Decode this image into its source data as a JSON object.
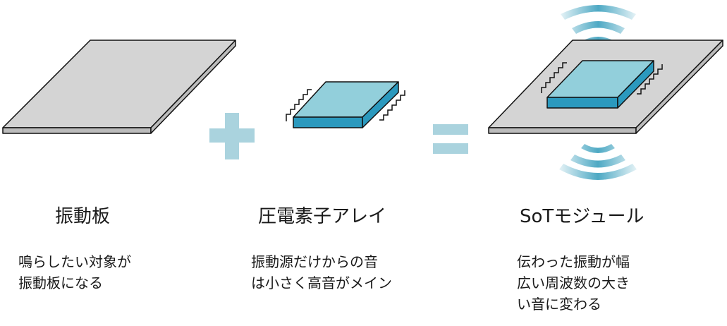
{
  "columns": [
    {
      "title": "振動板",
      "description": [
        "鳴らしたい対象が",
        "振動板になる"
      ]
    },
    {
      "title": "圧電素子アレイ",
      "description": [
        "振動源だけからの音",
        "は小さく高音がメイン"
      ]
    },
    {
      "title": "SoTモジュール",
      "description": [
        "伝わった振動が幅",
        "広い周波数の大き",
        "い音に変わる"
      ]
    }
  ],
  "colors": {
    "plate_top": "#d4d4d4",
    "plate_side": "#bcbcbc",
    "element_top": "#92cfdb",
    "element_side": "#2b99be",
    "operator": "#aad3de",
    "wave": "#4ea9c4"
  }
}
